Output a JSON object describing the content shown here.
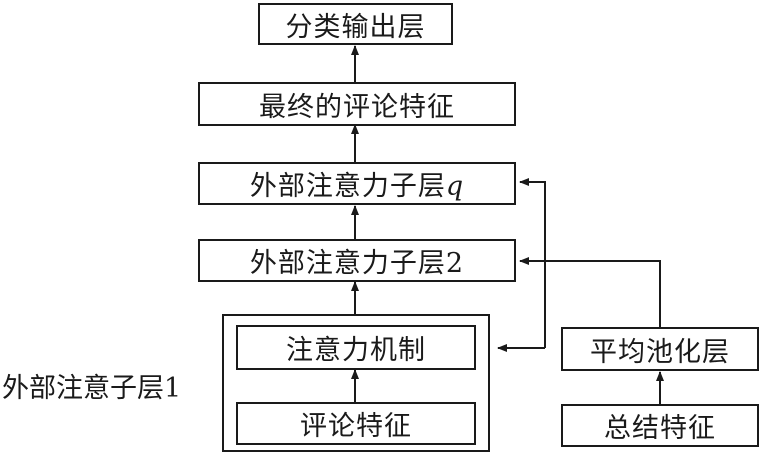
{
  "nodes": {
    "output": "分类输出层",
    "final_features": "最终的评论特征",
    "ext_q_prefix": "外部注意力子层",
    "ext_q_suffix": "q",
    "ext_2": "外部注意力子层2",
    "attention": "注意力机制",
    "review_features": "评论特征",
    "avg_pool": "平均池化层",
    "summary_features": "总结特征"
  },
  "group_label": "外部注意子层1"
}
